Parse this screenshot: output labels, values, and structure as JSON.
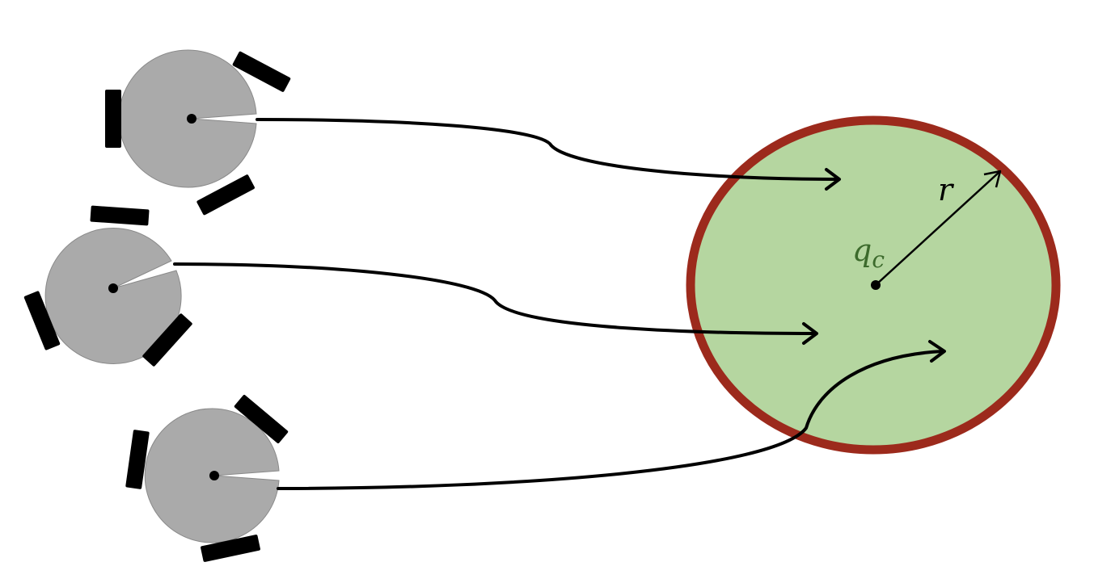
{
  "labels": {
    "center_symbol": "q",
    "center_subscript": "c",
    "radius_symbol": "r"
  },
  "colors": {
    "region_fill": "#b5d6a0",
    "region_border": "#9c2a1c",
    "robot_body": "#aaaaaa",
    "wheel": "#000000",
    "center_label": "#3c6a2c",
    "line": "#000000"
  },
  "robots": [
    {
      "id": "robot-1",
      "wheels": 3
    },
    {
      "id": "robot-2",
      "wheels": 3
    },
    {
      "id": "robot-3",
      "wheels": 3
    }
  ]
}
